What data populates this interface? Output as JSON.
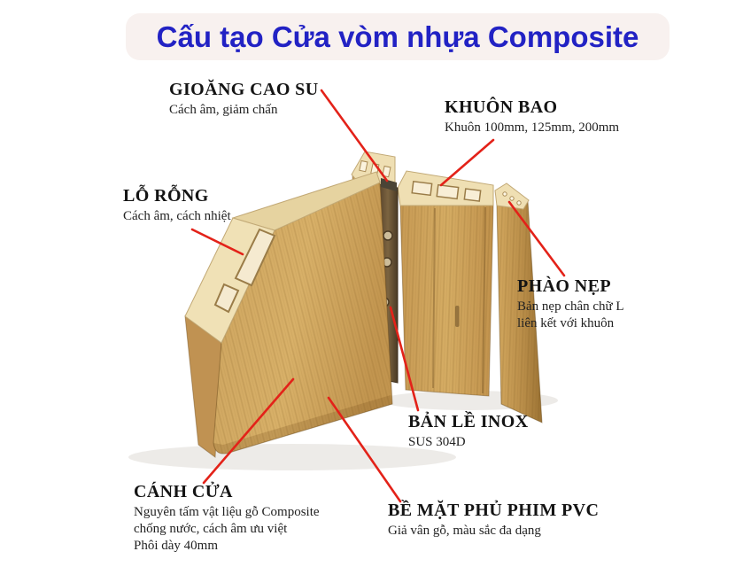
{
  "title": {
    "text": "Cấu tạo Cửa vòm nhựa Composite"
  },
  "colors": {
    "title_text": "#2222c4",
    "title_bg": "#f8f1ef",
    "leader_line": "#e32219",
    "wood_cream": "#efdfb3",
    "wood_face": "#d0a55e",
    "wood_dark": "#a97f3e",
    "hinge_metal": "#6f5a39",
    "label_text": "#1a1a1a"
  },
  "labels": [
    {
      "id": "gioang-cao-su",
      "heading": "GIOĂNG CAO SU",
      "lines": [
        "Cách âm, giảm chấn"
      ]
    },
    {
      "id": "khuon-bao",
      "heading": "KHUÔN BAO",
      "lines": [
        "Khuôn 100mm, 125mm, 200mm"
      ]
    },
    {
      "id": "lo-rong",
      "heading": "LỖ RỖNG",
      "lines": [
        "Cách âm, cách nhiệt"
      ]
    },
    {
      "id": "phao-nep",
      "heading": "PHÀO NẸP",
      "lines": [
        "Bản nẹp chân chữ L",
        "liên kết với khuôn"
      ]
    },
    {
      "id": "ban-le-inox",
      "heading": "BẢN LỀ INOX",
      "lines": [
        "SUS 304D"
      ]
    },
    {
      "id": "canh-cua",
      "heading": "CÁNH CỬA",
      "lines": [
        "Nguyên tấm vật liệu gỗ Composite",
        "chống nước, cách âm ưu việt",
        "Phôi dày 40mm"
      ]
    },
    {
      "id": "be-mat-phu-phim-pvc",
      "heading": "BỀ MẶT PHỦ PHIM PVC",
      "lines": [
        "Giả vân gỗ, màu sắc đa dạng"
      ]
    }
  ]
}
